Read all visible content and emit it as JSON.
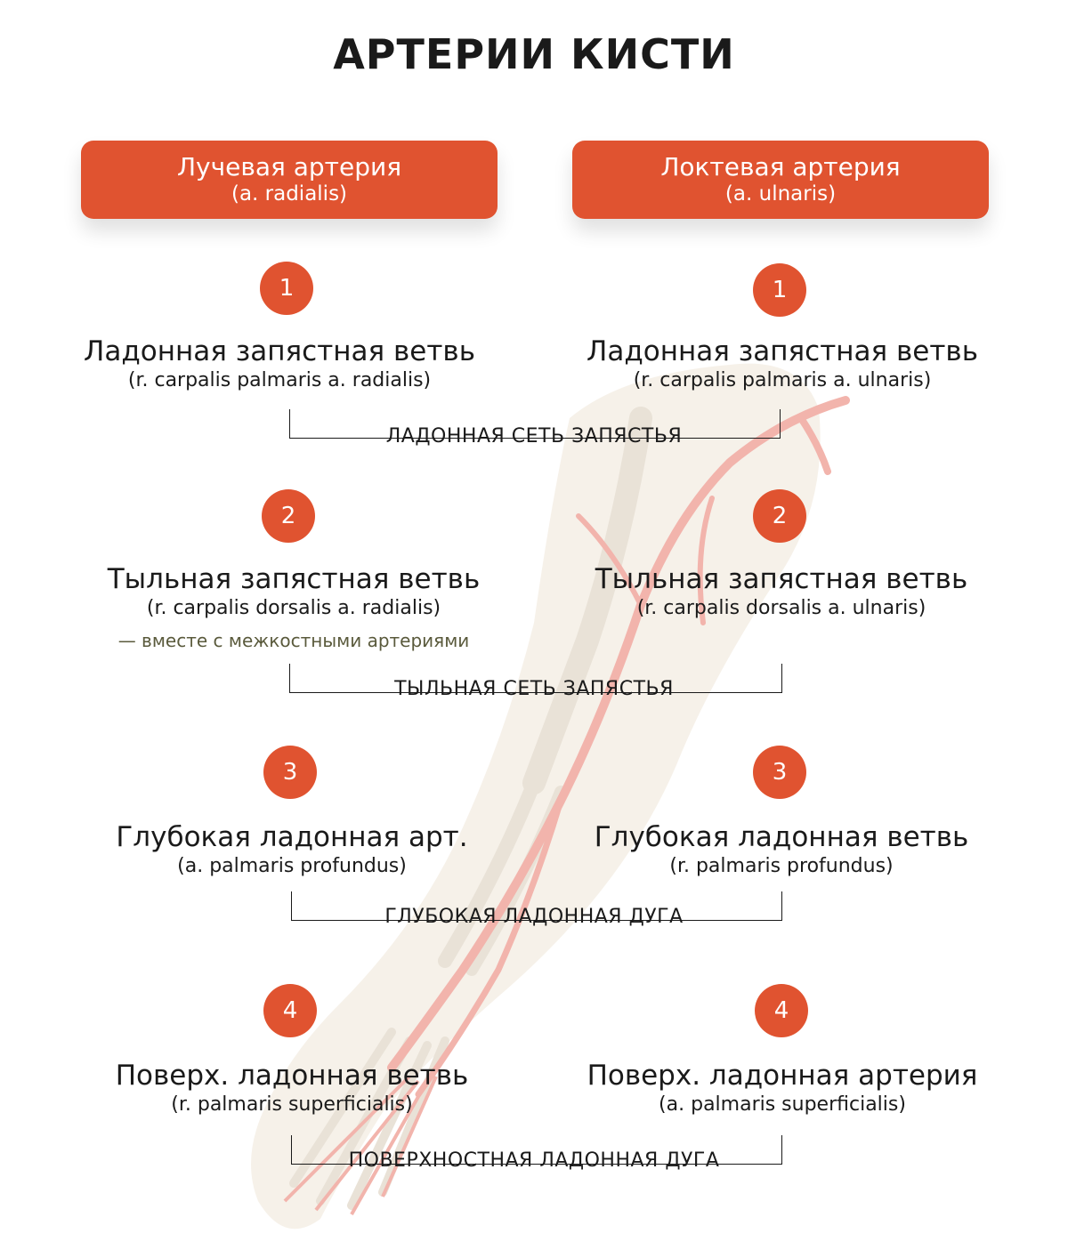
{
  "title": "АРТЕРИИ КИСТИ",
  "columns": [
    {
      "header": "Лучевая артерия",
      "header_latin": "(a. radialis)",
      "items": [
        {
          "number": "1",
          "name": "Ладонная запястная ветвь",
          "latin": "(r. carpalis palmaris a. radialis)"
        },
        {
          "number": "2",
          "name": "Тыльная запястная ветвь",
          "latin": "(r. carpalis dorsalis a. radialis)"
        },
        {
          "number": "3",
          "name": "Глубокая ладонная арт.",
          "latin": "(a. palmaris profundus)"
        },
        {
          "number": "4",
          "name": "Поверх. ладонная ветвь",
          "latin": "(r. palmaris superficialis)"
        }
      ]
    },
    {
      "header": "Локтевая артерия",
      "header_latin": "(a. ulnaris)",
      "items": [
        {
          "number": "1",
          "name": "Ладонная запястная ветвь",
          "latin": "(r. carpalis palmaris a. ulnaris)"
        },
        {
          "number": "2",
          "name": "Тыльная запястная ветвь",
          "latin": "(r. carpalis dorsalis a. ulnaris)"
        },
        {
          "number": "3",
          "name": "Глубокая ладонная ветвь",
          "latin": "(r. palmaris profundus)"
        },
        {
          "number": "4",
          "name": "Поверх. ладонная артерия",
          "latin": "(a. palmaris superficialis)"
        }
      ]
    }
  ],
  "note": "— вместе с межкостными артериями",
  "connectors": [
    "ЛАДОННАЯ СЕТЬ ЗАПЯСТЬЯ",
    "ТЫЛЬНАЯ СЕТЬ ЗАПЯСТЬЯ",
    "ГЛУБОКАЯ ЛАДОННАЯ ДУГА",
    "ПОВЕРХНОСТНАЯ ЛАДОННАЯ ДУГА"
  ],
  "colors": {
    "accent": "#e05330",
    "text": "#1a1a1a",
    "note": "#5a5a3c",
    "artery": "#e9776a",
    "bone": "#efe6d8"
  }
}
